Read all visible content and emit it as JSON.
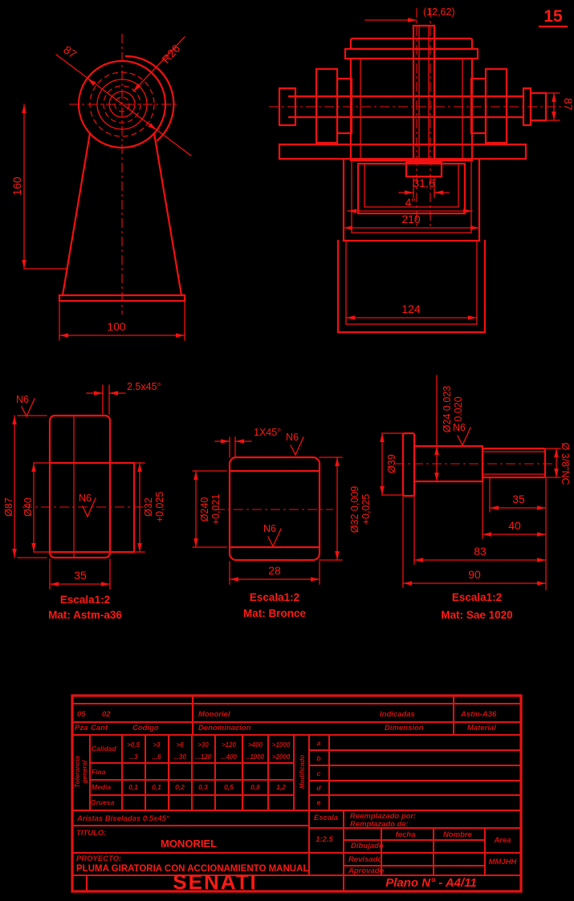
{
  "sheet": {
    "number": "15",
    "colors": {
      "background": "#000000",
      "line": "#f21010",
      "text_bright": "#ff1a14",
      "text_dark": "#cf1010"
    }
  },
  "front_view": {
    "dim_diameter": "87",
    "dim_radius": "R26",
    "dim_height": "160",
    "dim_base": "100"
  },
  "side_view": {
    "dim_offset": "(12,62)",
    "dim_shaft_end": "87",
    "dim_bolt": "31,6",
    "dim_rail": "4\"",
    "dim_frame": "210",
    "dim_lower": "124"
  },
  "detail_support": {
    "chamfer": "2.5x45°",
    "finish_top": "N6",
    "finish_mid": "N6",
    "dia_flange": "Ø87",
    "dia_bore": "Ø40",
    "dia_hub": "Ø32",
    "tol_hub": "+0,025",
    "dim_width": "35",
    "scale": "Escala1:2",
    "material": "Mat: Astm-a36"
  },
  "detail_bushing": {
    "chamfer": "1X45°",
    "finish_top": "N6",
    "finish_bottom": "N6",
    "dia_left": "Ø240",
    "tol_left": "+0,021",
    "dia_right": "Ø32 0,009",
    "tol_right": "+0,025",
    "dim_width": "28",
    "scale": "Escala1:2",
    "material": "Mat: Bronce"
  },
  "detail_shaft": {
    "tol_top": "0.020",
    "dia_top": "Ø24 0.023",
    "finish": "N6",
    "dia_flange": "Ø39",
    "thread": "Ø 3/8\"NC",
    "dim_thread": "35",
    "dim_shoulder": "40",
    "dim_body": "83",
    "dim_total": "90",
    "scale": "Escala1:2",
    "material": "Mat: Sae 1020"
  },
  "title_block": {
    "row1": {
      "pza": "05",
      "cant": "02",
      "denominacion": "Monoriel",
      "dimension": "Indicadas",
      "material": "Astm-A36"
    },
    "row2": {
      "pza": "Pza",
      "cant": "Cant",
      "codigo": "Codigo",
      "denominacion": "Denominacion",
      "dimension": "Dimension",
      "material": "Material"
    },
    "tolerance": {
      "side_label_1": "Tolerancia",
      "side_label_2": "general",
      "quality_header": "Calidad",
      "rows": [
        "Fina",
        "Media",
        "Gruesa"
      ],
      "ranges": [
        {
          "top": ">0,5",
          "bottom": "...3"
        },
        {
          "top": ">3",
          "bottom": "...6"
        },
        {
          "top": ">6",
          "bottom": "...30"
        },
        {
          "top": ">30",
          "bottom": "...120"
        },
        {
          "top": ">120",
          "bottom": "...400"
        },
        {
          "top": ">400",
          "bottom": "..1000"
        },
        {
          "top": ">1000",
          "bottom": ">2000"
        }
      ],
      "media_values": [
        "0,1",
        "0,1",
        "0,2",
        "0,3",
        "0,5",
        "0,8",
        "1,2"
      ],
      "mod_label": "Modificado",
      "mod_rows": [
        "a",
        "b",
        "c",
        "d",
        "e"
      ]
    },
    "aristas": "Aristas Biseladas 0.5x45°",
    "titulo_label": "TITULO:",
    "titulo_value": "MONORIEL",
    "proyecto_label": "PROYECTO:",
    "proyecto_value": "PLUMA GIRATORIA CON ACCIONAMIENTO MANUAL",
    "brand": "SENATI",
    "escala_label": "Escala",
    "escala_value": "1:2.5",
    "reemplazado_por": "Reemplazado por:",
    "reemplazado_de": "Remplazado de:",
    "fecha": "fecha",
    "nombre": "Nombre",
    "dibujado": "Dibujado",
    "revisado": "Revisado",
    "aprobado": "Aprovado",
    "area_label": "Area",
    "area_value": "MMJHH",
    "plano": "Plano N° - A4/11"
  }
}
